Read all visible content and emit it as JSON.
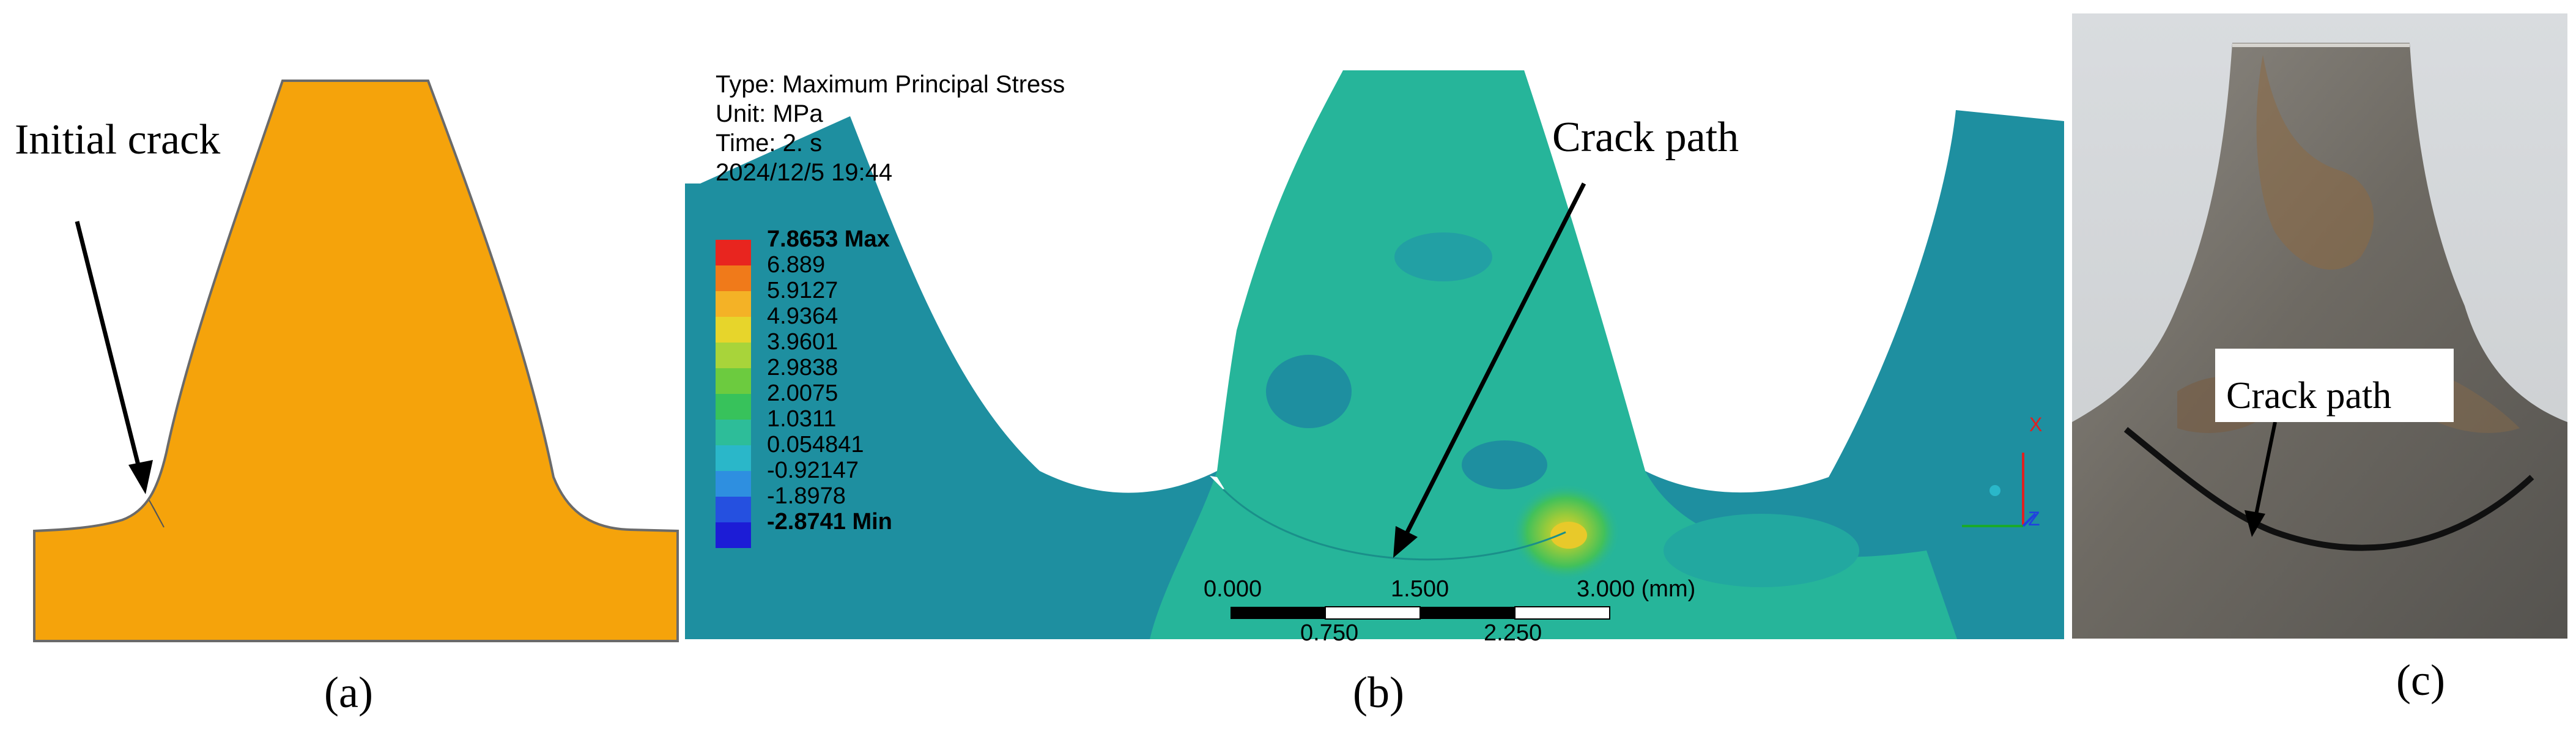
{
  "panel_a": {
    "label": "(a)",
    "annotation": "Initial crack",
    "tooth_color": "#F5A30B"
  },
  "panel_b": {
    "label": "(b)",
    "info": {
      "type": "Type: Maximum Principal Stress",
      "unit": "Unit: MPa",
      "time": "Time: 2. s",
      "date": "2024/12/5 19:44"
    },
    "legend": [
      {
        "value": "7.8653 Max",
        "color": "#E8251F",
        "bold": true
      },
      {
        "value": "6.889",
        "color": "#F07A1A",
        "bold": false
      },
      {
        "value": "5.9127",
        "color": "#F4B226",
        "bold": false
      },
      {
        "value": "4.9364",
        "color": "#E7D52B",
        "bold": false
      },
      {
        "value": "3.9601",
        "color": "#A8D43A",
        "bold": false
      },
      {
        "value": "2.9838",
        "color": "#6CCB3F",
        "bold": false
      },
      {
        "value": "2.0075",
        "color": "#37C25B",
        "bold": false
      },
      {
        "value": "1.0311",
        "color": "#2DBD99",
        "bold": false
      },
      {
        "value": "0.054841",
        "color": "#2AB7C9",
        "bold": false
      },
      {
        "value": "-0.92147",
        "color": "#2E8FE0",
        "bold": false
      },
      {
        "value": "-1.8978",
        "color": "#2550E0",
        "bold": false
      },
      {
        "value": "-2.8741 Min",
        "color": "#1C1CD6",
        "bold": true
      }
    ],
    "scale_bar": {
      "top_labels": [
        "0.000",
        "1.500",
        "3.000 (mm)"
      ],
      "bottom_labels": [
        "0.750",
        "2.250"
      ]
    },
    "axes": {
      "x": "X",
      "z": "Z"
    },
    "annotation": "Crack path",
    "base_color": "#1E8FA0",
    "stress_color": "#26B59A"
  },
  "panel_c": {
    "label": "(c)",
    "annotation": "Crack path"
  }
}
